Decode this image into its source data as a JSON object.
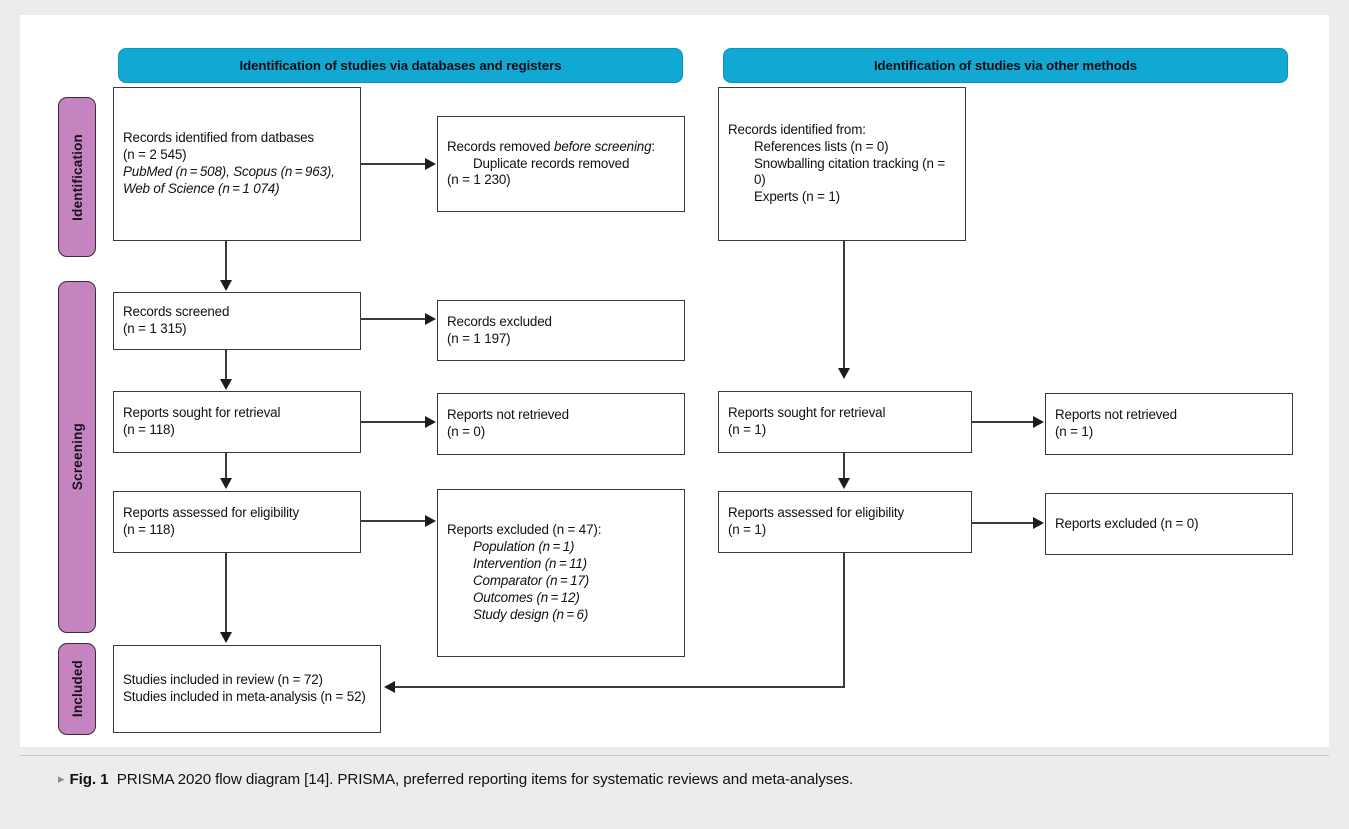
{
  "figure": {
    "caption_marker": "▸",
    "caption_label": "Fig. 1",
    "caption_text": "PRISMA 2020 flow diagram [14]. PRISMA, preferred reporting items for systematic reviews and meta-analyses."
  },
  "colors": {
    "header_blue": "#12a8d4",
    "phase_purple": "#c583c0",
    "box_border": "#3a3a3a",
    "page_background": "#ececec",
    "panel_background": "#ffffff"
  },
  "phases": [
    {
      "label": "Identification"
    },
    {
      "label": "Screening"
    },
    {
      "label": "Included"
    }
  ],
  "columns": [
    {
      "id": "databases",
      "header": "Identification of studies via databases and registers"
    },
    {
      "id": "other",
      "header": "Identification of studies via other methods"
    }
  ],
  "chart_data": {
    "type": "diagram",
    "title": "PRISMA 2020 flow diagram",
    "nodes": [
      {
        "id": "db-identified",
        "column": "databases",
        "stage": "identification",
        "label": "Records identified from datbases",
        "n": 2545,
        "n_text": "(n = 2 545)",
        "sources": [
          {
            "name": "PubMed",
            "n": 508,
            "text": "PubMed (n = 508)"
          },
          {
            "name": "Scopus",
            "n": 963,
            "text": "Scopus (n = 963)"
          },
          {
            "name": "Web of Science",
            "n": 1074,
            "text": "Web of Science (n = 1 074)"
          }
        ]
      },
      {
        "id": "db-removed",
        "column": "databases",
        "stage": "identification",
        "label": "Records removed before screening:",
        "detail": "Duplicate records removed",
        "n": 1230,
        "n_text": "(n = 1 230)"
      },
      {
        "id": "db-screened",
        "column": "databases",
        "stage": "screening",
        "label": "Records screened",
        "n": 1315,
        "n_text": "(n = 1 315)"
      },
      {
        "id": "db-excluded",
        "column": "databases",
        "stage": "screening",
        "label": "Records excluded",
        "n": 1197,
        "n_text": "(n = 1 197)"
      },
      {
        "id": "db-sought",
        "column": "databases",
        "stage": "screening",
        "label": "Reports sought for retrieval",
        "n": 118,
        "n_text": "(n = 118)"
      },
      {
        "id": "db-notretrieved",
        "column": "databases",
        "stage": "screening",
        "label": "Reports not retrieved",
        "n": 0,
        "n_text": "(n = 0)"
      },
      {
        "id": "db-assessed",
        "column": "databases",
        "stage": "screening",
        "label": "Reports assessed for eligibility",
        "n": 118,
        "n_text": "(n = 118)"
      },
      {
        "id": "db-repexcluded",
        "column": "databases",
        "stage": "screening",
        "label": "Reports excluded (n = 47):",
        "n": 47,
        "reasons": [
          {
            "name": "Population",
            "n": 1,
            "text": "Population (n = 1)"
          },
          {
            "name": "Intervention",
            "n": 11,
            "text": "Intervention (n = 11)"
          },
          {
            "name": "Comparator",
            "n": 17,
            "text": "Comparator (n = 17)"
          },
          {
            "name": "Outcomes",
            "n": 12,
            "text": "Outcomes (n = 12)"
          },
          {
            "name": "Study design",
            "n": 6,
            "text": "Study design (n = 6)"
          }
        ]
      },
      {
        "id": "other-identified",
        "column": "other",
        "stage": "identification",
        "label": "Records identified from:",
        "sources": [
          {
            "name": "References lists",
            "n": 0,
            "text": "References lists (n = 0)"
          },
          {
            "name": "Snowballing citation tracking",
            "n": 0,
            "text": "Snowballing citation tracking (n = 0)"
          },
          {
            "name": "Experts",
            "n": 1,
            "text": "Experts (n = 1)"
          }
        ]
      },
      {
        "id": "other-sought",
        "column": "other",
        "stage": "screening",
        "label": "Reports sought for retrieval",
        "n": 1,
        "n_text": "(n = 1)"
      },
      {
        "id": "other-notretr",
        "column": "other",
        "stage": "screening",
        "label": "Reports not retrieved",
        "n": 1,
        "n_text": "(n = 1)"
      },
      {
        "id": "other-assessed",
        "column": "other",
        "stage": "screening",
        "label": "Reports assessed for eligibility",
        "n": 1,
        "n_text": "(n = 1)"
      },
      {
        "id": "other-excluded",
        "column": "other",
        "stage": "screening",
        "label": "Reports excluded (n = 0)",
        "n": 0
      },
      {
        "id": "included",
        "column": "databases",
        "stage": "included",
        "line1": "Studies included in review (n = 72)",
        "line2": "Studies included in meta-analysis (n = 52)",
        "n_review": 72,
        "n_meta": 52
      }
    ]
  }
}
